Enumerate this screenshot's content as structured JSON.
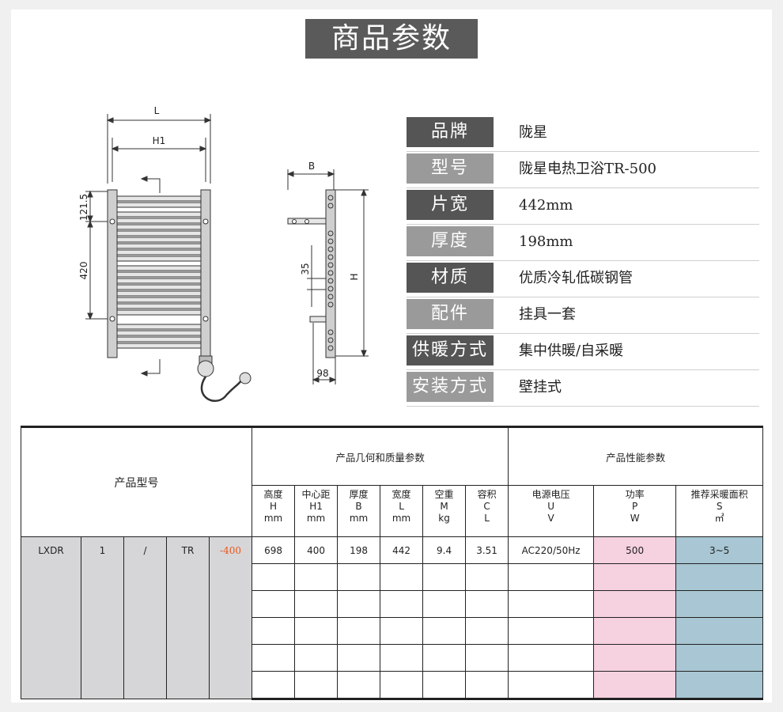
{
  "title": "商品参数",
  "diagram": {
    "front": {
      "L": "L",
      "H1": "H1",
      "dim_top": "121.5",
      "dim_mid": "420"
    },
    "side": {
      "B": "B",
      "H": "H",
      "d35": "35",
      "d98": "98"
    }
  },
  "specs": [
    {
      "label": "品牌",
      "value": "陇星",
      "tone": "dark"
    },
    {
      "label": "型号",
      "value": "陇星电热卫浴TR-500",
      "tone": "light"
    },
    {
      "label": "片宽",
      "value": "442mm",
      "tone": "dark"
    },
    {
      "label": "厚度",
      "value": "198mm",
      "tone": "light"
    },
    {
      "label": "材质",
      "value": "优质冷轧低碳钢管",
      "tone": "dark"
    },
    {
      "label": "配件",
      "value": "挂具一套",
      "tone": "light"
    },
    {
      "label": "供暖方式",
      "value": "集中供暖/自采暖",
      "tone": "dark"
    },
    {
      "label": "安装方式",
      "value": "壁挂式",
      "tone": "light"
    }
  ],
  "table": {
    "model_header": "产品型号",
    "geometry_header": "产品几何和质量参数",
    "performance_header": "产品性能参数",
    "params": [
      {
        "name": "高度",
        "sym": "H",
        "unit": "mm"
      },
      {
        "name": "中心距",
        "sym": "H1",
        "unit": "mm"
      },
      {
        "name": "厚度",
        "sym": "B",
        "unit": "mm"
      },
      {
        "name": "宽度",
        "sym": "L",
        "unit": "mm"
      },
      {
        "name": "空重",
        "sym": "M",
        "unit": "kg"
      },
      {
        "name": "容积",
        "sym": "C",
        "unit": "L"
      },
      {
        "name": "电源电压",
        "sym": "U",
        "unit": "V"
      },
      {
        "name": "功率",
        "sym": "P",
        "unit": "W"
      },
      {
        "name": "推荐采暖面积",
        "sym": "S",
        "unit": "㎡"
      }
    ],
    "model_parts": [
      "LXDR",
      "1",
      "/",
      "TR",
      "-400"
    ],
    "values": [
      "698",
      "400",
      "198",
      "442",
      "9.4",
      "3.51",
      "AC220/50Hz",
      "500",
      "3~5"
    ]
  },
  "colors": {
    "title_bg": "#5a5a5a",
    "label_dark": "#555555",
    "label_light": "#9a9a9a",
    "model_gray": "#d6d6d8",
    "power_pink": "#f6d1e0",
    "area_blue": "#a8c6d3",
    "suffix_red": "#e8561a"
  }
}
